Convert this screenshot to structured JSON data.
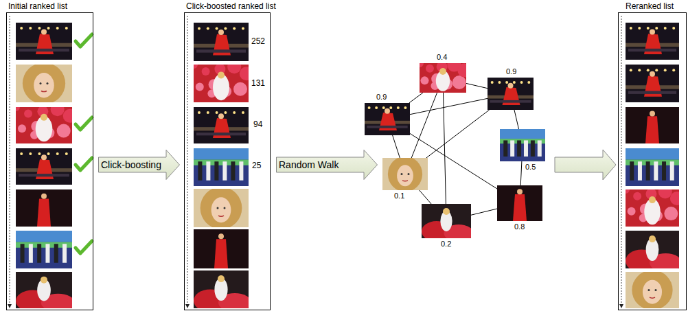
{
  "diagram": {
    "nodes": [
      {
        "text": [
          "Initial ranked list"
        ]
      },
      {
        "text": [
          "Click-boosting"
        ]
      },
      {
        "text": [
          "Click-boosted ranked list"
        ]
      },
      {
        "text": [
          "Random Walk"
        ]
      },
      {
        "text": [
          "0.4"
        ]
      },
      {
        "text": [
          "0.9"
        ]
      },
      {
        "text": [
          "0.9"
        ]
      },
      {
        "text": [
          "0.5"
        ]
      },
      {
        "text": [
          "0.1"
        ]
      },
      {
        "text": [
          "0.2"
        ]
      },
      {
        "text": [
          "0.8"
        ]
      },
      {
        "text": [
          "Reranked list"
        ]
      }
    ],
    "edges": [
      {
        "from": 4,
        "to": 5,
        "arrow": "none"
      },
      {
        "from": 4,
        "to": 6,
        "arrow": "none"
      },
      {
        "from": 4,
        "to": 8,
        "arrow": "none"
      },
      {
        "from": 4,
        "to": 9,
        "arrow": "none"
      },
      {
        "from": 5,
        "to": 6,
        "arrow": "none"
      },
      {
        "from": 5,
        "to": 8,
        "arrow": "none"
      },
      {
        "from": 5,
        "to": 10,
        "arrow": "none"
      },
      {
        "from": 8,
        "to": 6,
        "arrow": "none"
      },
      {
        "from": 8,
        "to": 9,
        "arrow": "none"
      },
      {
        "from": 9,
        "to": 10,
        "arrow": "none"
      },
      {
        "from": 6,
        "to": 7,
        "arrow": "none"
      },
      {
        "from": 7,
        "to": 10,
        "arrow": "none"
      }
    ],
    "labels": [
      "252",
      "131",
      "94",
      "25"
    ]
  }
}
